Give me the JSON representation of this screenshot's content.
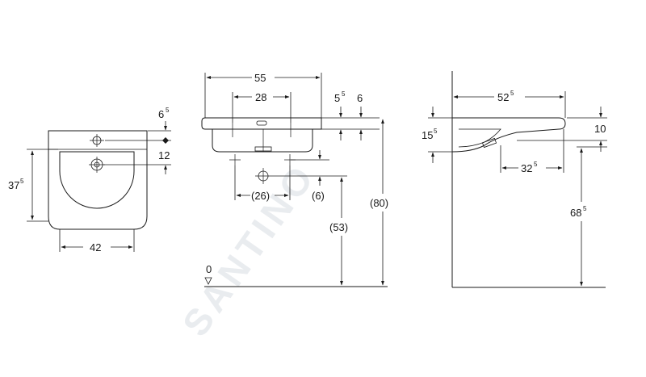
{
  "watermark": "SANTINO",
  "front_view": {
    "dim_top_offset": {
      "main": "6",
      "sup": "5"
    },
    "dim_tap_offset": "12",
    "dim_depth": {
      "main": "37",
      "sup": "5"
    },
    "dim_width": "42"
  },
  "side_view": {
    "dim_width": "55",
    "dim_tap_spacing": "28",
    "dim_rim_a": {
      "main": "5",
      "sup": "5"
    },
    "dim_rim_b": "6",
    "dim_waste_spacing": "(26)",
    "dim_waste_drop": "(6)",
    "dim_waste_height": "(53)",
    "dim_total_height": "(80)",
    "floor_level": "0"
  },
  "profile_view": {
    "dim_depth": {
      "main": "52",
      "sup": "5"
    },
    "dim_thickness": {
      "main": "15",
      "sup": "5"
    },
    "dim_rim": "10",
    "dim_bowl_depth": {
      "main": "32",
      "sup": "5"
    },
    "dim_height": {
      "main": "68",
      "sup": "5"
    }
  }
}
